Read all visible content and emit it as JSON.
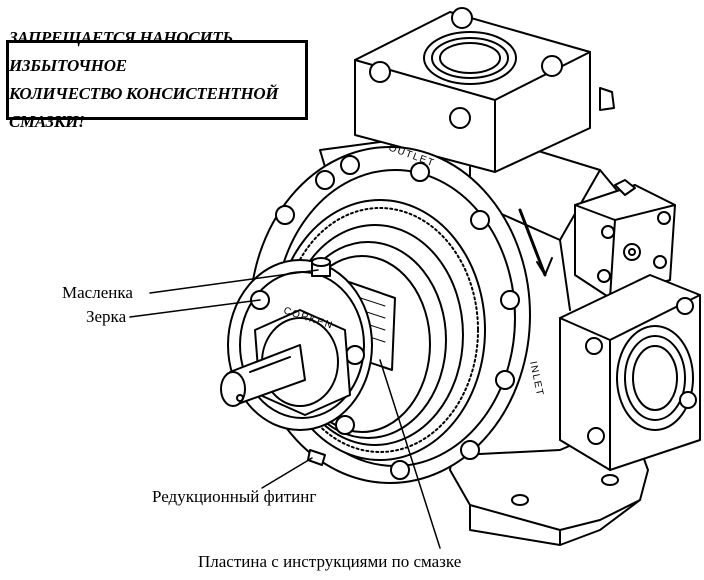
{
  "warning": {
    "line1": "ЗАПРЕЩАЕТСЯ НАНОСИТЬ ИЗБЫТОЧНОЕ",
    "line2": "КОЛИЧЕСТВО КОНСИСТЕНТНОЙ СМАЗКИ!"
  },
  "callouts": {
    "oiler": "Масленка",
    "zerk": "Зерка",
    "reducer_fitting": "Редукционный фитинг",
    "instruction_plate": "Пластина с инструкциями по смазке"
  },
  "pump_markings": {
    "outlet": "OUTLET",
    "inlet": "INLET",
    "brand": "CORKEN"
  },
  "colors": {
    "line": "#000000",
    "background": "#ffffff"
  }
}
